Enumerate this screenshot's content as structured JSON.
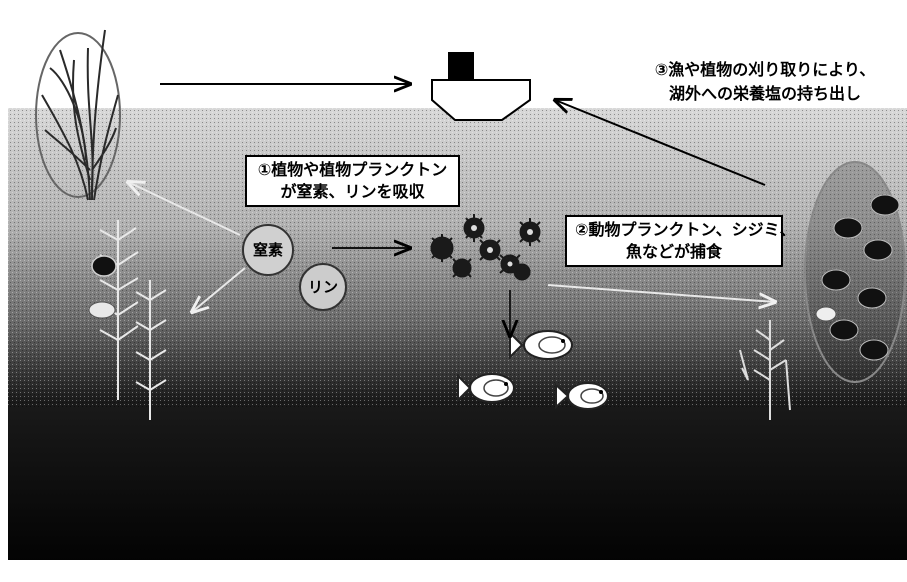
{
  "diagram": {
    "callouts": {
      "step1": {
        "line1": "①植物や植物プランクトン",
        "line2": "が窒素、リンを吸収"
      },
      "step2": {
        "line1": "②動物プランクトン、シジミ、",
        "line2": "魚などが捕食"
      },
      "step3": {
        "line1": "③漁や植物の刈り取りにより、",
        "line2": "湖外への栄養塩の持ち出し"
      }
    },
    "nutrients": {
      "nitrogen": "窒素",
      "phosphorus": "リン"
    }
  }
}
